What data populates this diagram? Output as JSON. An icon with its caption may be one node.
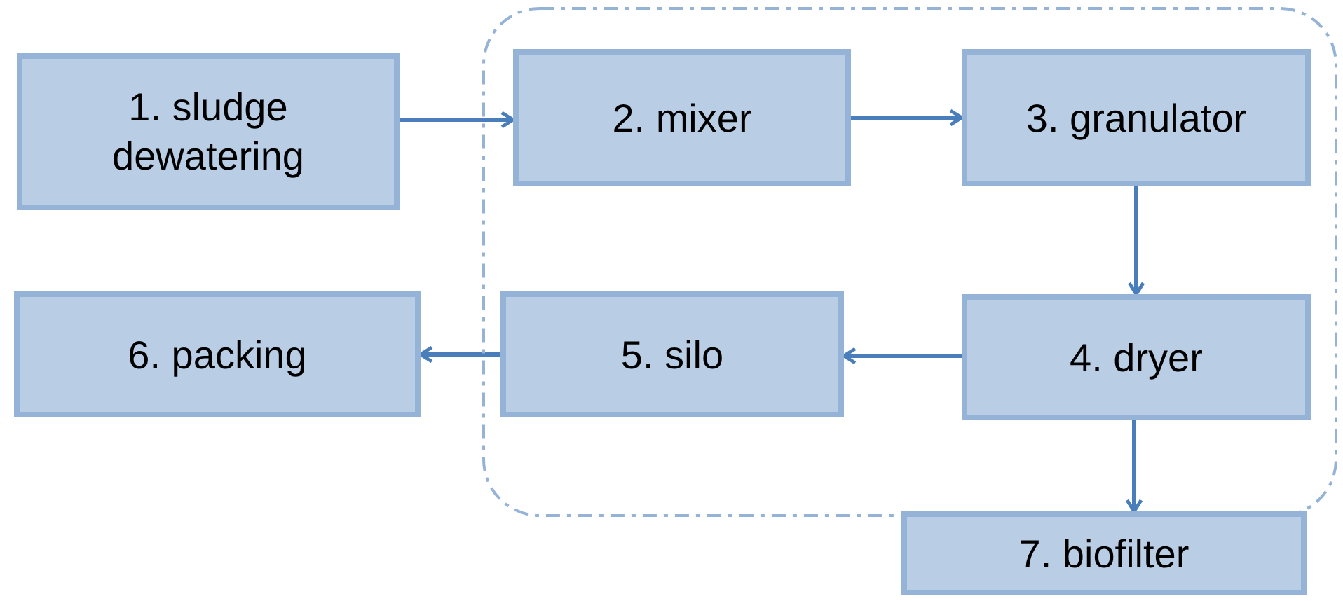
{
  "diagram": {
    "nodes": [
      {
        "text": [
          "1. sludge dewatering"
        ]
      },
      {
        "text": [],
        "shape": "box"
      },
      {
        "text": [
          "2. mixer"
        ],
        "in": 1
      },
      {
        "text": [
          "3. granulator"
        ],
        "in": 1
      },
      {
        "text": [
          "4. dryer"
        ],
        "in": 1
      },
      {
        "text": [
          "5. silo"
        ],
        "in": 1
      },
      {
        "text": [
          "6. packing"
        ]
      },
      {
        "text": [
          "7. biofilter"
        ]
      }
    ],
    "edges": [
      {
        "from": 0,
        "to": 2,
        "arrow": "to"
      },
      {
        "from": 2,
        "to": 3,
        "arrow": "to"
      },
      {
        "from": 3,
        "to": 4,
        "arrow": "to"
      },
      {
        "from": 4,
        "to": 5,
        "arrow": "to"
      },
      {
        "from": 5,
        "to": 6,
        "arrow": "to"
      },
      {
        "from": 4,
        "to": 7,
        "arrow": "to"
      }
    ]
  }
}
